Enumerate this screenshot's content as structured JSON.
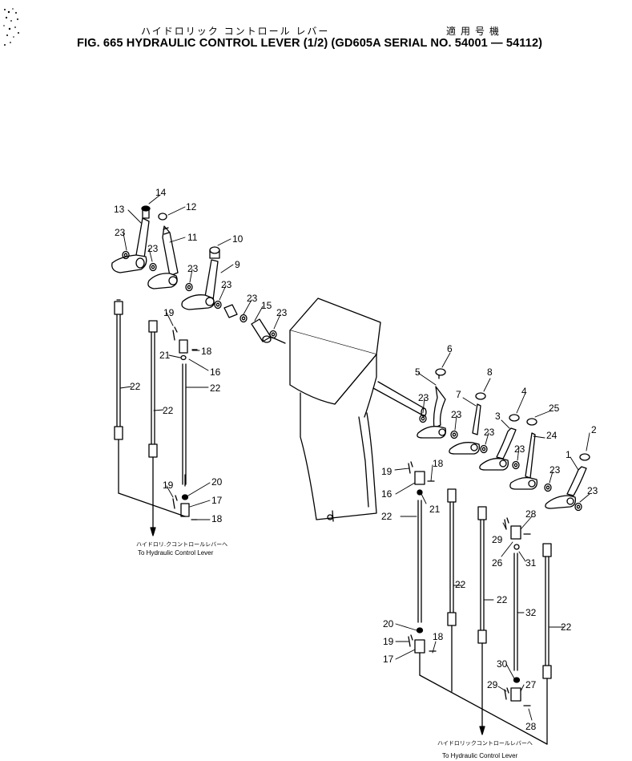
{
  "header": {
    "jp_title": "ハイドロリック コントロール レバー",
    "jp_applicable": "適用号機",
    "title": "FIG. 665  HYDRAULIC CONTROL LEVER (1/2) (GD605A SERIAL NO. 54001 — 54112)"
  },
  "notes": {
    "left_jp": "ハイドロリ.クコントロールレバーへ",
    "left_en": "To Hydraulic Control Lever",
    "right_jp": "ハイドロリックコントロールレバーへ",
    "right_en": "To Hydraulic Control Lever"
  },
  "callouts": {
    "c1": "1",
    "c2": "2",
    "c3": "3",
    "c4": "4",
    "c5": "5",
    "c6": "6",
    "c7": "7",
    "c8": "8",
    "c9": "9",
    "c10": "10",
    "c11": "11",
    "c12": "12",
    "c13": "13",
    "c14": "14",
    "c15": "15",
    "c16": "16",
    "c17": "17",
    "c18": "18",
    "c19": "19",
    "c20": "20",
    "c21": "21",
    "c22": "22",
    "c23": "23",
    "c24": "24",
    "c25": "25",
    "c26": "26",
    "c27": "27",
    "c28": "28",
    "c29": "29",
    "c30": "30",
    "c31": "31",
    "c32": "32"
  }
}
